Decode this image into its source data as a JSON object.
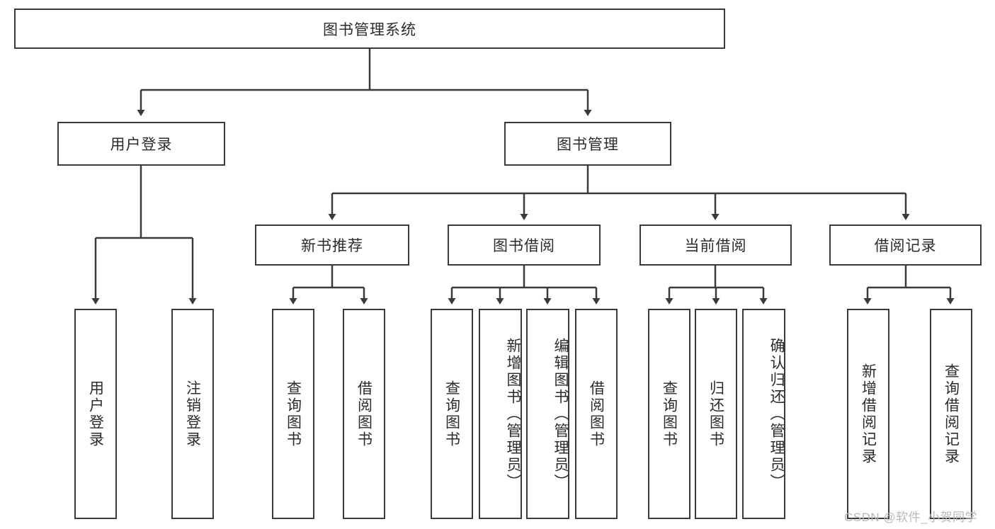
{
  "diagram": {
    "type": "hierarchy-tree",
    "title": "图书管理系统",
    "root": {
      "label": "图书管理系统"
    },
    "level2": [
      {
        "id": "user-login",
        "label": "用户登录"
      },
      {
        "id": "book-management",
        "label": "图书管理"
      }
    ],
    "level3": [
      {
        "id": "new-book-recommend",
        "label": "新书推荐",
        "parent": "book-management"
      },
      {
        "id": "book-borrow",
        "label": "图书借阅",
        "parent": "book-management"
      },
      {
        "id": "current-borrow",
        "label": "当前借阅",
        "parent": "book-management"
      },
      {
        "id": "borrow-record",
        "label": "借阅记录",
        "parent": "book-management"
      }
    ],
    "leaves": {
      "user-login": [
        {
          "id": "leaf-user-login",
          "label": "用户登录"
        },
        {
          "id": "leaf-user-logout",
          "label": "注销登录"
        }
      ],
      "new-book-recommend": [
        {
          "id": "leaf-query-book-1",
          "label": "查询图书"
        },
        {
          "id": "leaf-borrow-book-1",
          "label": "借阅图书"
        }
      ],
      "book-borrow": [
        {
          "id": "leaf-query-book-2",
          "label": "查询图书"
        },
        {
          "id": "leaf-add-book",
          "label": "新增图书（管理员）"
        },
        {
          "id": "leaf-edit-book",
          "label": "编辑图书（管理员）"
        },
        {
          "id": "leaf-borrow-book-2",
          "label": "借阅图书"
        }
      ],
      "current-borrow": [
        {
          "id": "leaf-query-book-3",
          "label": "查询图书"
        },
        {
          "id": "leaf-return-book",
          "label": "归还图书"
        },
        {
          "id": "leaf-confirm-return",
          "label": "确认归还（管理员）"
        }
      ],
      "borrow-record": [
        {
          "id": "leaf-add-record",
          "label": "新增借阅记录"
        },
        {
          "id": "leaf-query-record",
          "label": "查询借阅记录"
        }
      ]
    }
  },
  "watermark": {
    "text": "CSDN @软件_小贺同学"
  },
  "colors": {
    "stroke": "#3a3a3a",
    "background": "#ffffff",
    "text": "#2b2b2b",
    "watermark": "#b9b9b9"
  }
}
